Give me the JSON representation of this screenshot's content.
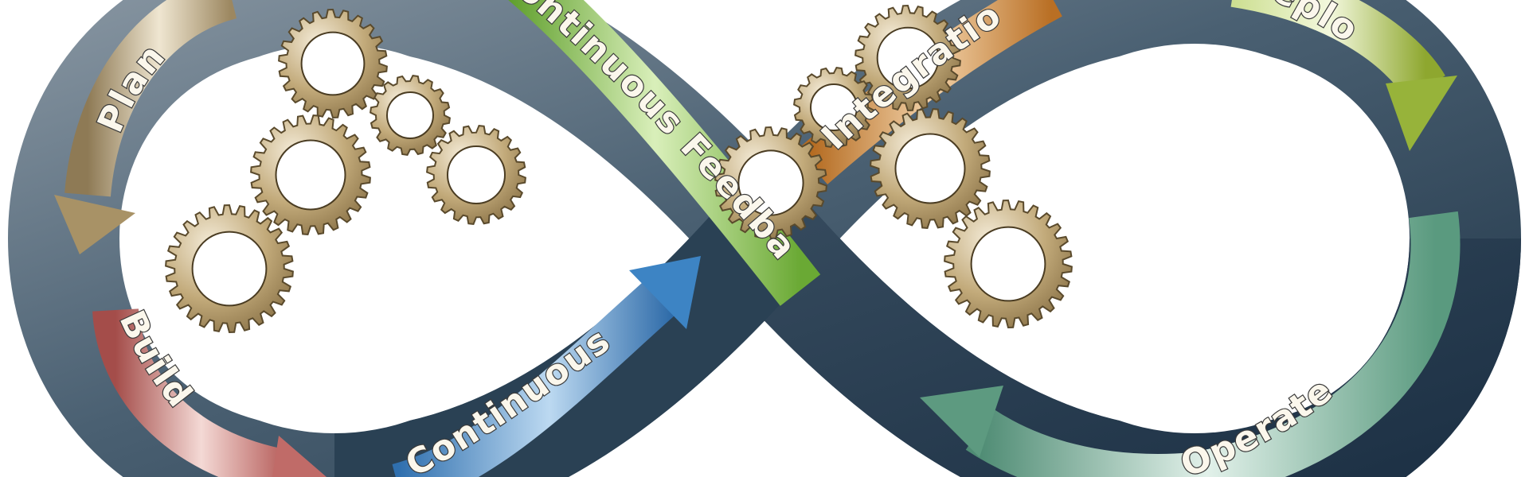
{
  "diagram": {
    "labels": {
      "plan": "Plan",
      "build": "Build",
      "continuous": "Continuous",
      "integration": "Integration",
      "deploy": "Deploy",
      "operate": "Operate",
      "continuous_feedback": "Continuous Feedback"
    },
    "colors": {
      "ribbon_dark": "#243a4e",
      "ribbon_light": "#7a8b99",
      "plan": "#b8a37c",
      "build": "#c06b68",
      "continuous": "#3d84c4",
      "integration": "#c98133",
      "deploy": "#b4cc5e",
      "operate": "#6fa58e",
      "feedback": "#8cc34a",
      "gear": "#b59d6a"
    },
    "gears": {
      "left_count": 5,
      "right_count": 5
    }
  }
}
